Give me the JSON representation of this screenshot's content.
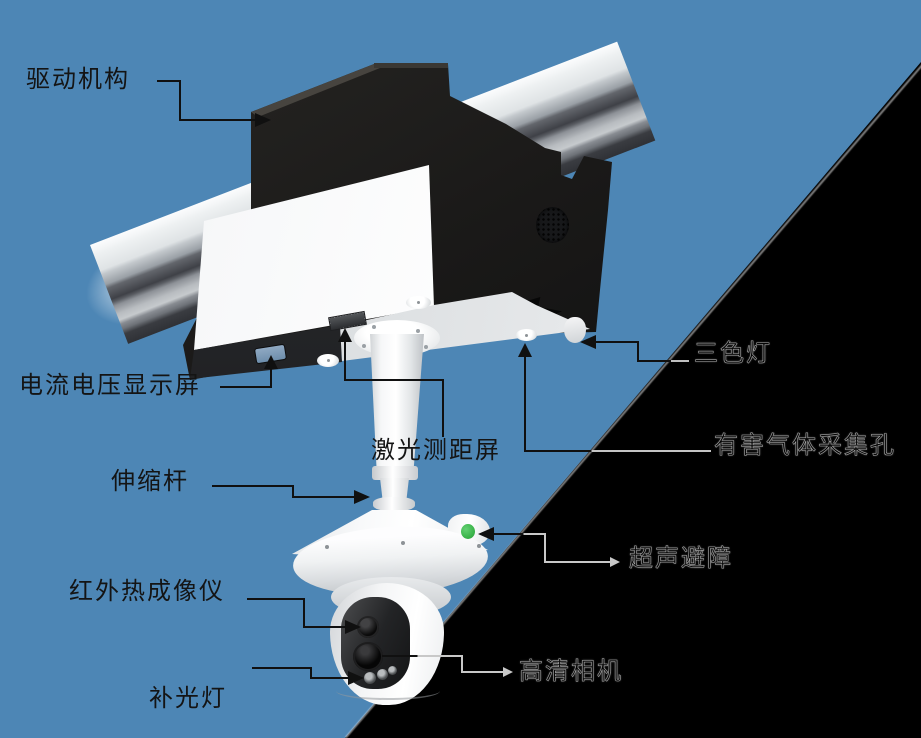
{
  "colors": {
    "sky_blue": "#4d86b5",
    "corner_black": "#000000",
    "indicator_green": "#3cb54b",
    "voltage_screen_blue": "#8fa9c3"
  },
  "labels": [
    {
      "id": "drive-mechanism",
      "text": "驱动机构"
    },
    {
      "id": "current-voltage-display",
      "text": "电流电压显示屏"
    },
    {
      "id": "laser-ranging-screen",
      "text": "激光测距屏"
    },
    {
      "id": "telescopic-rod",
      "text": "伸缩杆"
    },
    {
      "id": "infrared-thermal-imager",
      "text": "红外热成像仪"
    },
    {
      "id": "fill-light",
      "text": "补光灯"
    },
    {
      "id": "three-color-light",
      "text": "三色灯"
    },
    {
      "id": "harmful-gas-collection-hole",
      "text": "有害气体采集孔"
    },
    {
      "id": "ultrasonic-obstacle-avoidance",
      "text": "超声避障"
    },
    {
      "id": "hd-camera",
      "text": "高清相机"
    }
  ]
}
